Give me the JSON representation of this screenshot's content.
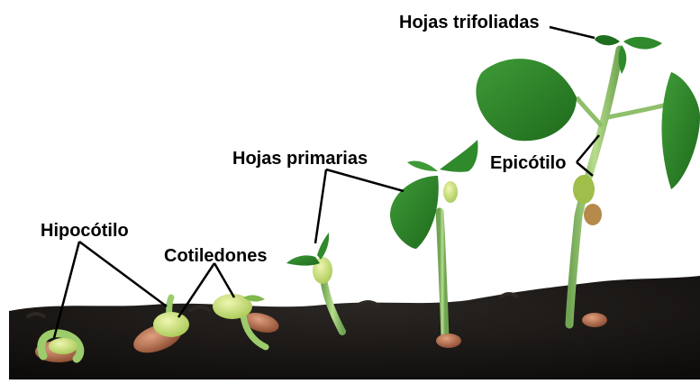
{
  "labels": {
    "hojas_trifoliadas": "Hojas trifoliadas",
    "hojas_primarias": "Hojas primarias",
    "epicotilo": "Epicótilo",
    "hipocotilo": "Hipocótilo",
    "cotiledones": "Cotiledones"
  },
  "colors": {
    "soil": "#141210",
    "leaf": "#2f8a2c",
    "leaf_dark": "#1f6d1e",
    "stem": "#8fbf6a",
    "cotyledon": "#c9e07a",
    "seed_coat": "#b8714e",
    "label_line": "#000000"
  }
}
